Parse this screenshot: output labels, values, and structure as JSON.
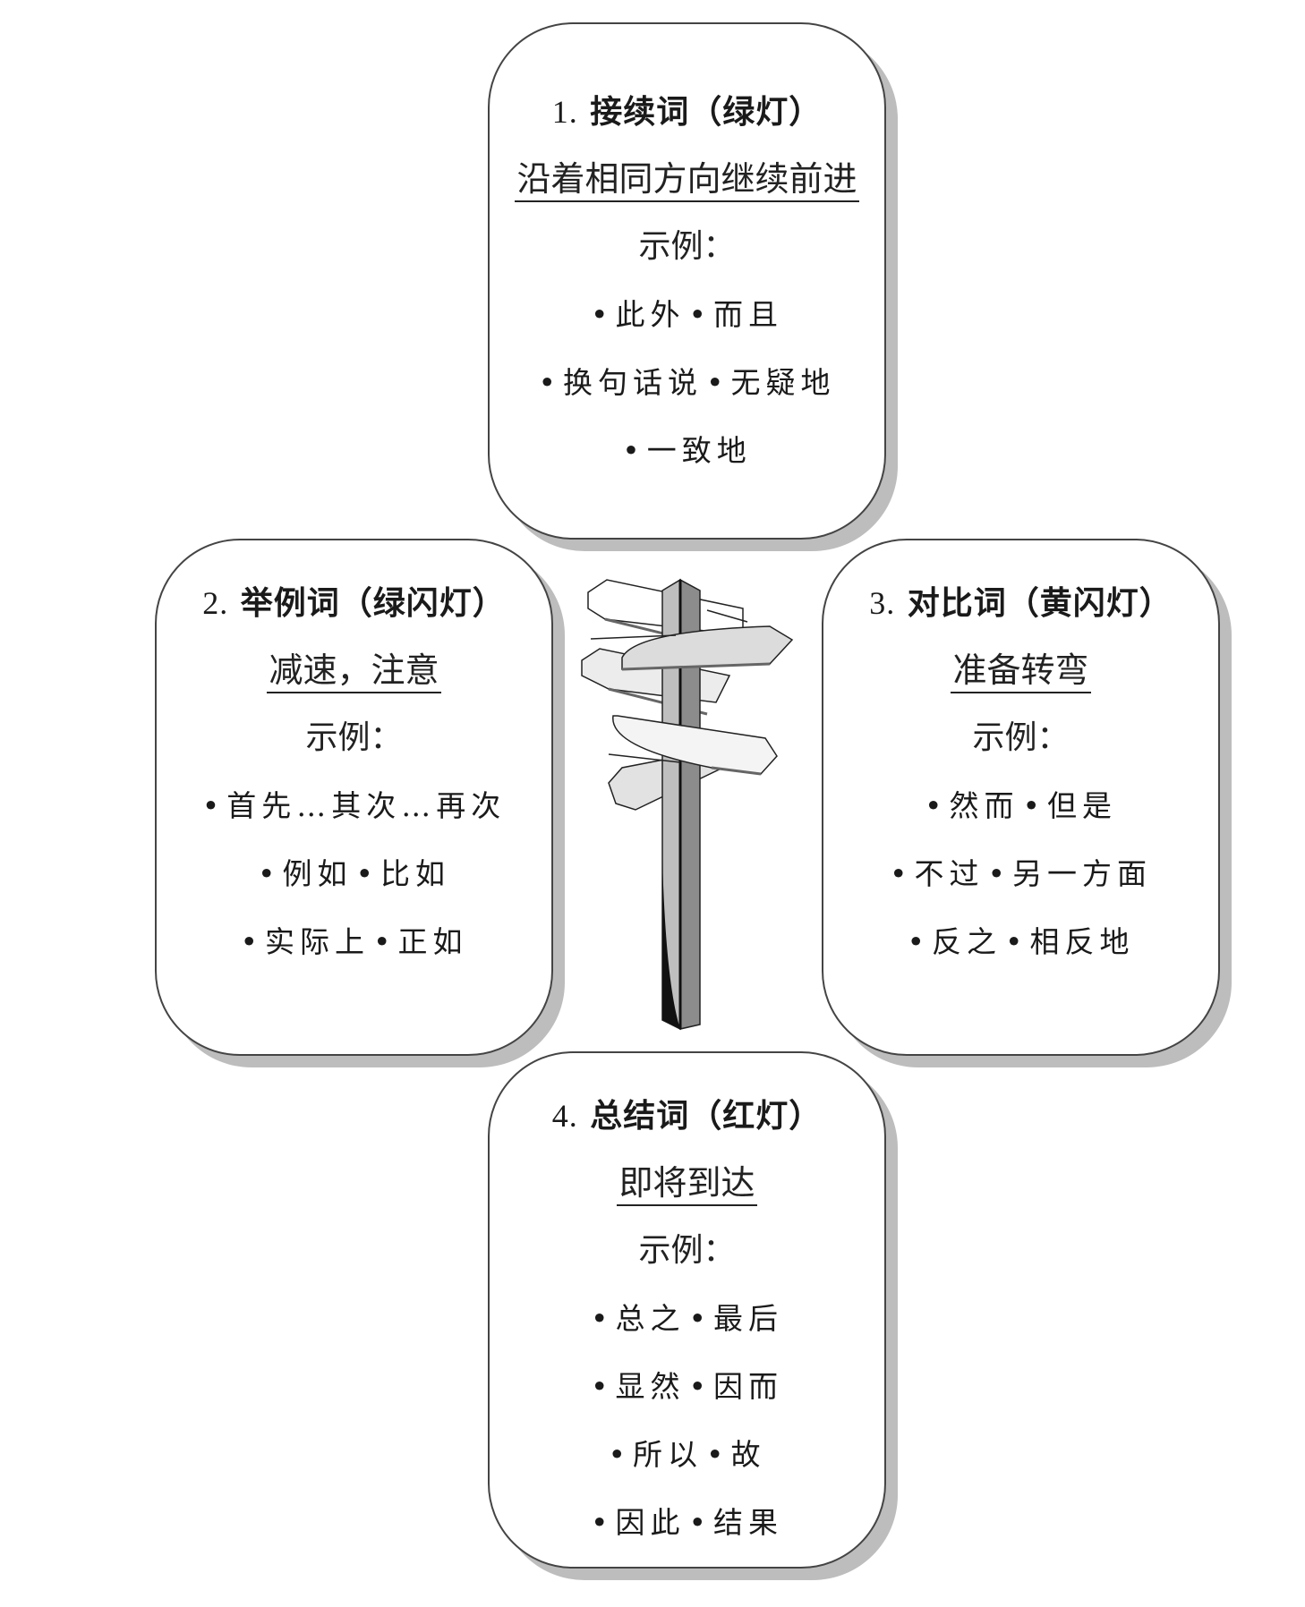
{
  "diagram": {
    "type": "signpost-four-cards",
    "center_graphic": "signpost-icon",
    "colors": {
      "card_border": "#444444",
      "card_shadow": "#bdbdbd",
      "text": "#1a1a1a",
      "post_light": "#bfbfbf",
      "post_dark": "#8c8c8c"
    },
    "cards": [
      {
        "number": "1.",
        "title": "接续词（绿灯）",
        "subtitle": "沿着相同方向继续前进",
        "examples_label": "示例：",
        "rows": [
          [
            "此外",
            "而且"
          ],
          [
            "换句话说",
            "无疑地"
          ],
          [
            "一致地"
          ]
        ]
      },
      {
        "number": "2.",
        "title": "举例词（绿闪灯）",
        "subtitle": "减速，注意",
        "examples_label": "示例：",
        "rows": [
          [
            "首先…其次…再次"
          ],
          [
            "例如",
            "比如"
          ],
          [
            "实际上",
            "正如"
          ]
        ]
      },
      {
        "number": "3.",
        "title": "对比词（黄闪灯）",
        "subtitle": "准备转弯",
        "examples_label": "示例：",
        "rows": [
          [
            "然而",
            "但是"
          ],
          [
            "不过",
            "另一方面"
          ],
          [
            "反之",
            "相反地"
          ]
        ]
      },
      {
        "number": "4.",
        "title": "总结词（红灯）",
        "subtitle": "即将到达",
        "examples_label": "示例：",
        "rows": [
          [
            "总之",
            "最后"
          ],
          [
            "显然",
            "因而"
          ],
          [
            "所以",
            "故"
          ],
          [
            "因此",
            "结果"
          ]
        ]
      }
    ]
  }
}
